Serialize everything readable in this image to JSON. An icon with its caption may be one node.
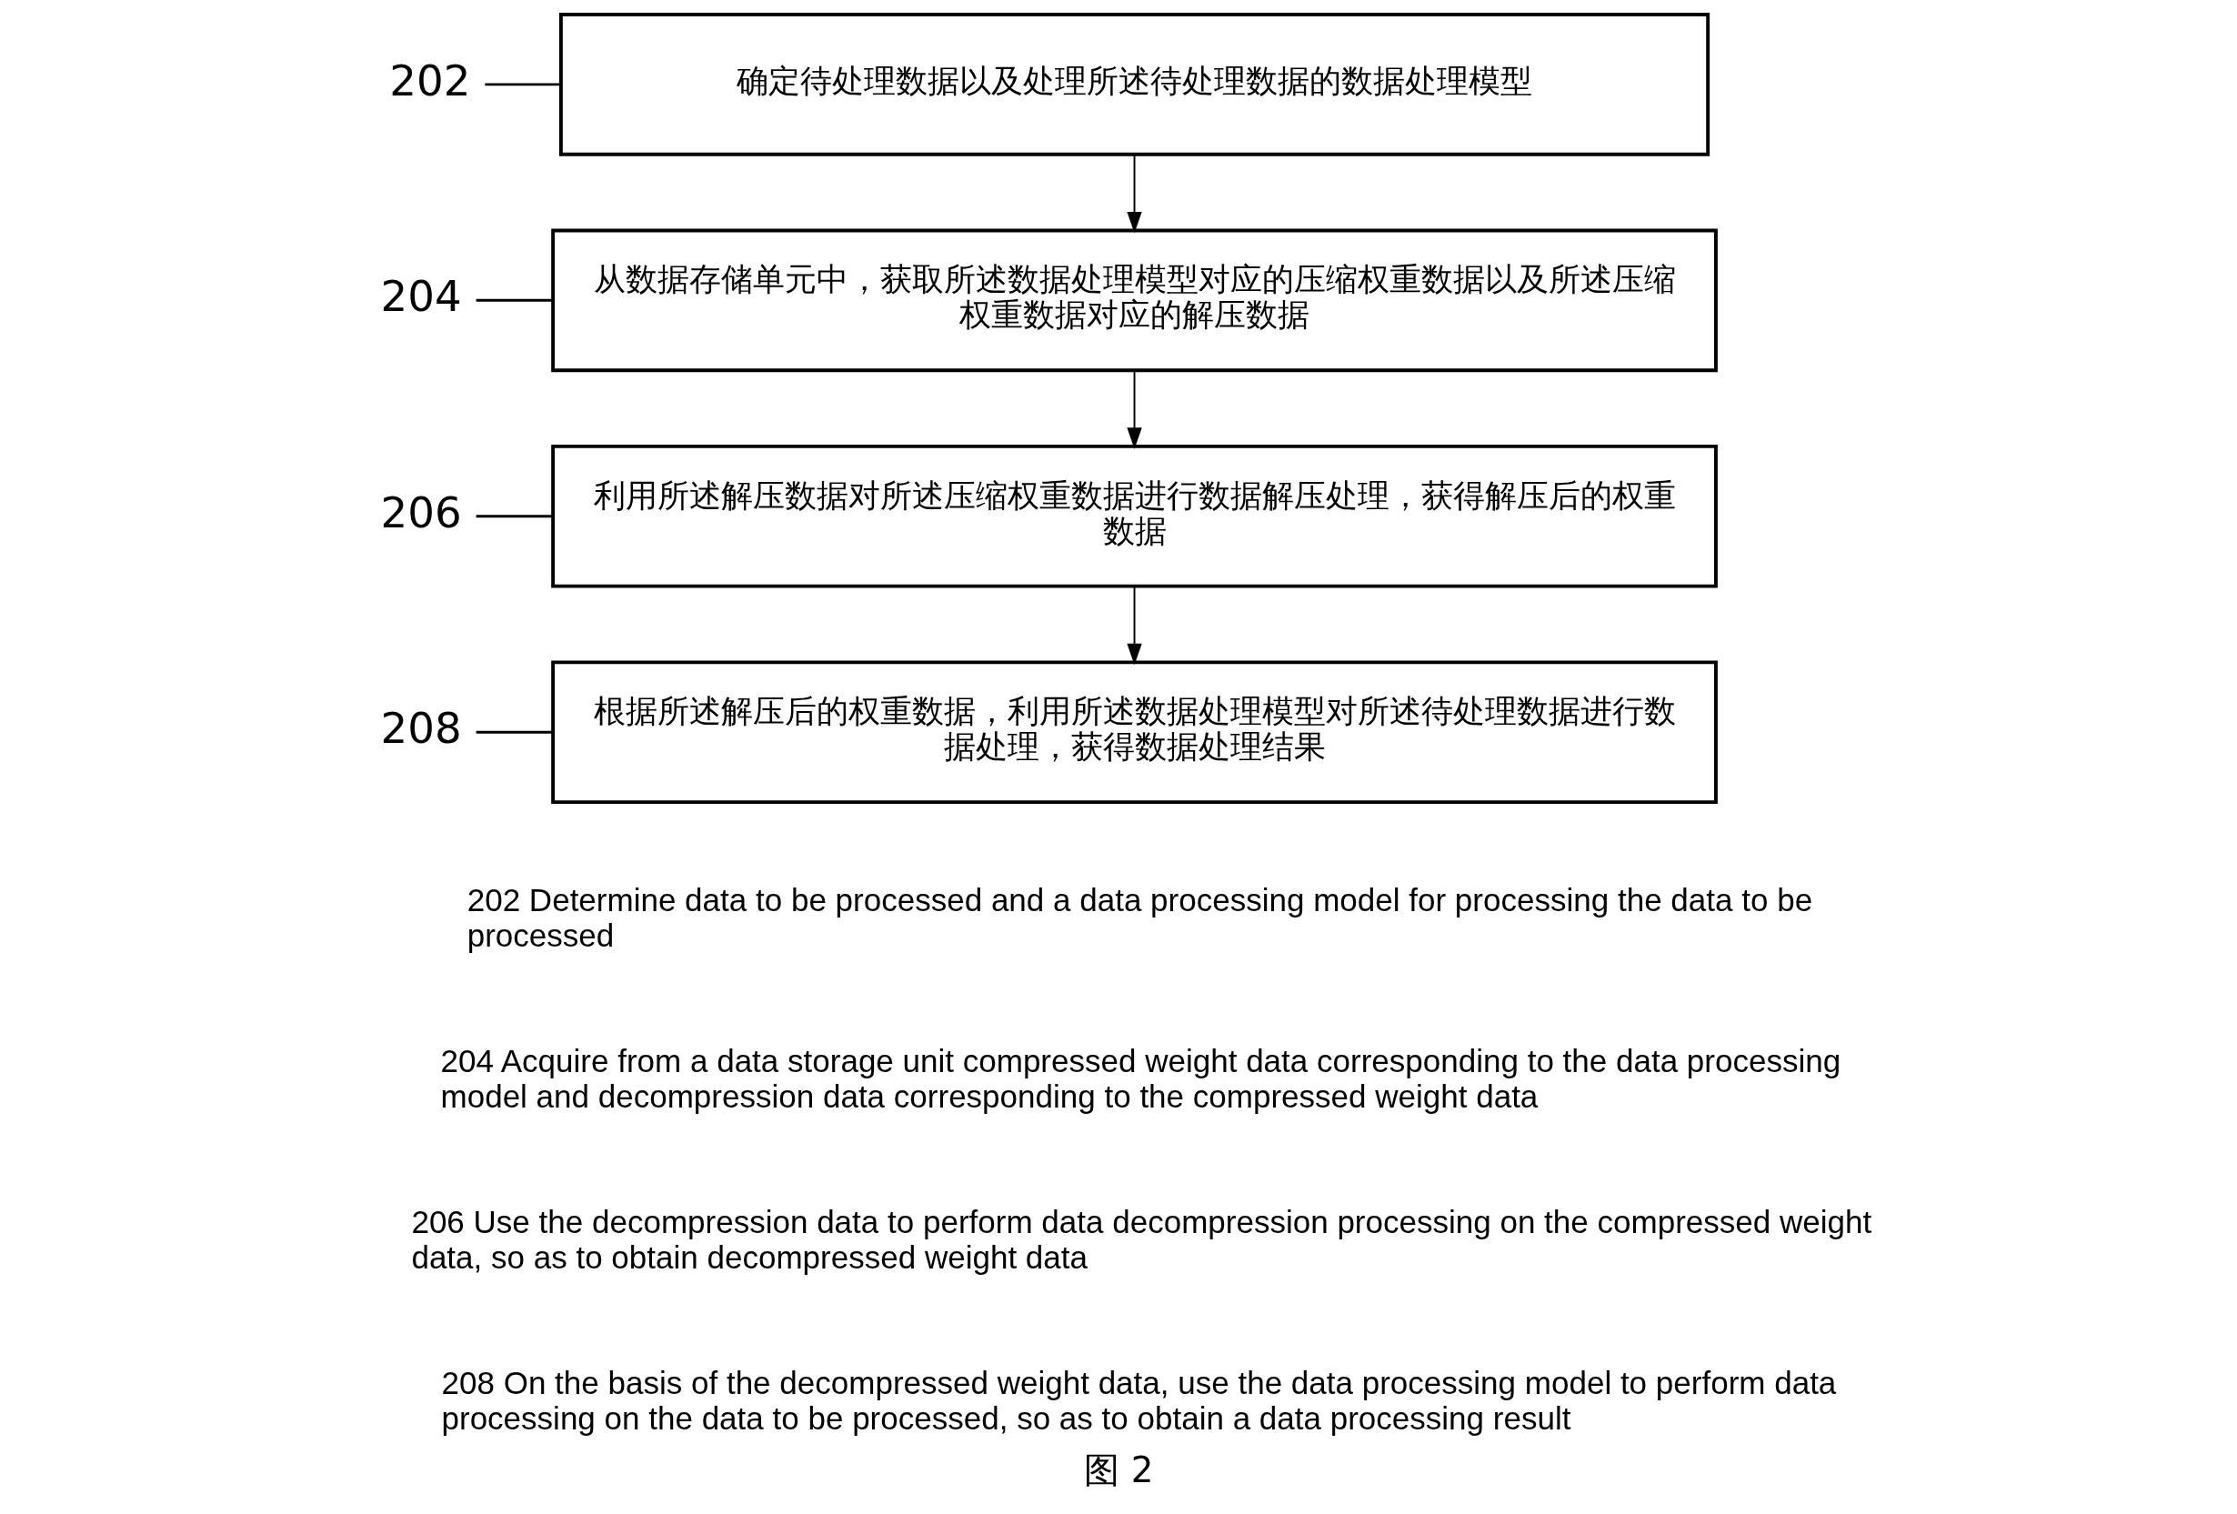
{
  "diagram": {
    "caption": "图 2",
    "nodes": [
      {
        "text": [
          "确定待处理数据以及处理所述待处理数据的数据处理模型"
        ]
      },
      {
        "text": [
          "202"
        ]
      },
      {
        "text": [
          "从数据存储单元中，获取所述数据处理模型对应的压缩权重数据以及所述压缩权重数据对应的解压数据"
        ]
      },
      {
        "text": [
          "204"
        ]
      },
      {
        "text": [
          "利用所述解压数据对所述压缩权重数据进行数据解压处理，获得解压后的权重数据"
        ]
      },
      {
        "text": [
          "206"
        ]
      },
      {
        "text": [
          "根据所述解压后的权重数据，利用所述数据处理模型对所述待处理数据进行数据处理，获得数据处理结果"
        ]
      },
      {
        "text": [
          "208"
        ]
      }
    ],
    "edges": [
      {
        "from": 0,
        "to": 2,
        "arrow": "to"
      },
      {
        "from": 2,
        "to": 4,
        "arrow": "to"
      },
      {
        "from": 4,
        "to": 6,
        "arrow": "to"
      },
      {
        "from": 1,
        "to": 0,
        "arrow": "none"
      },
      {
        "from": 3,
        "to": 2,
        "arrow": "none"
      },
      {
        "from": 5,
        "to": 4,
        "arrow": "none"
      },
      {
        "from": 7,
        "to": 6,
        "arrow": "none"
      }
    ],
    "labels": [
      "202 Determine data to be processed and a data processing model for processing the data to be processed",
      "204 Acquire from a data storage unit compressed weight data corresponding to the data processing model and decompression data corresponding to the compressed weight data",
      "206 Use the decompression data to perform data decompression processing on the compressed weight data, so as to obtain decompressed weight data",
      "208 On the basis of the decompressed weight data, use the data processing model to perform data processing on the data to be processed, so as to obtain a data processing result"
    ]
  }
}
